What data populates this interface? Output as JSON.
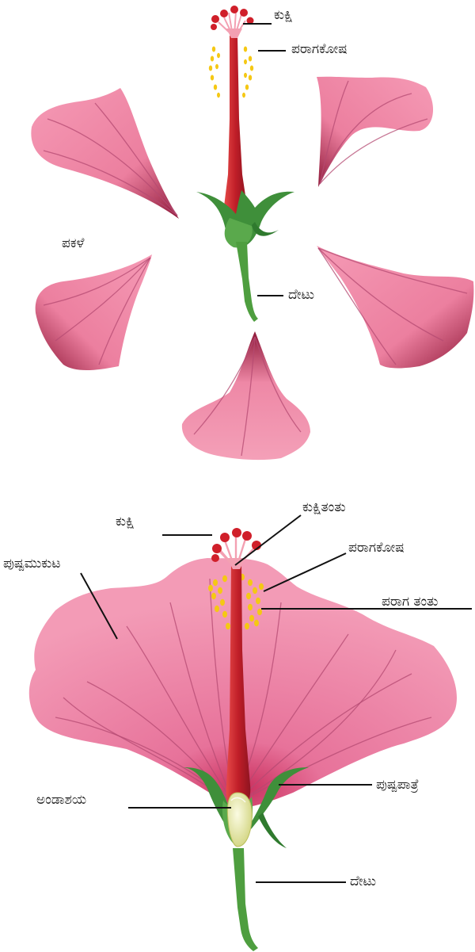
{
  "top_diagram": {
    "labels": {
      "stigma": "ಕುಕ್ಷಿ",
      "anther": "ಪರಾಗಕೋಷ",
      "petals": "ಪಕಳೆ",
      "pedicel": "ದೇಟು"
    }
  },
  "bottom_diagram": {
    "labels": {
      "stigma": "ಕುಕ್ಷಿ",
      "style": "ಕುಕ್ಷಿತಂತು",
      "corolla": "ಪುಷ್ಪಮುಕುಟ",
      "anther": "ಪರಾಗಕೋಷ",
      "filament": "ಪರಾಗ ತಂತು",
      "calyx": "ಪುಷ್ಪಪಾತ್ರೆ",
      "ovary": "ಅಂಡಾಶಯ",
      "pedicel": "ದೇಟು"
    }
  },
  "colors": {
    "petal": "#f08aa8",
    "petal_dark": "#9a1a3c",
    "style": "#c8202c",
    "stigma": "#d4202c",
    "anther": "#f5c814",
    "sepal": "#3f8f3a",
    "stem": "#4e9e3f",
    "ovary": "#e8eaa0"
  }
}
